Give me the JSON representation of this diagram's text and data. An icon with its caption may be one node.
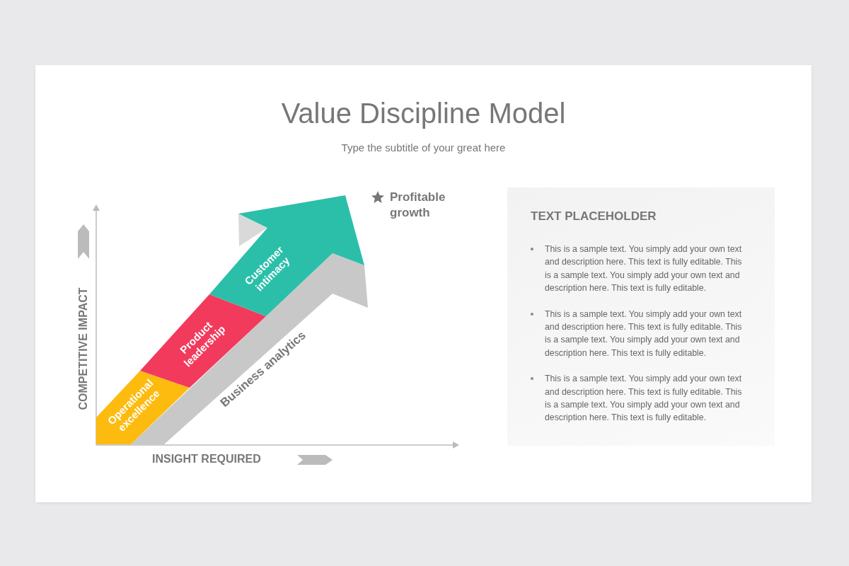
{
  "diagram": {
    "title": "Value Discipline Model",
    "nodes": [
      {
        "text": [
          "Operational excellence"
        ]
      },
      {
        "text": [
          "Product leadership"
        ]
      },
      {
        "text": [
          "Customer intimacy"
        ]
      },
      {
        "text": [
          "TEXT PLACEHOLDER",
          "This is a sample text. You simply add your own text and description here. This text is fully editable. This is a sample text. You simply add your own text and description here. This text is fully editable.",
          "This is a sample text. You simply add your own text and description here. This text is fully editable. This is a sample text. You simply add your own text and description here. This text is fully editable.",
          "This is a sample text. You simply add your own text and description here. This text is fully editable. This is a sample text. You simply add your own text and description here. This text is fully editable."
        ]
      }
    ],
    "edges": [],
    "labels": [
      "Type the subtitle of your great here",
      "Profitable growth",
      "COMPETITIVE IMPACT",
      "Business analytics",
      "INSIGHT REQUIRED"
    ]
  }
}
